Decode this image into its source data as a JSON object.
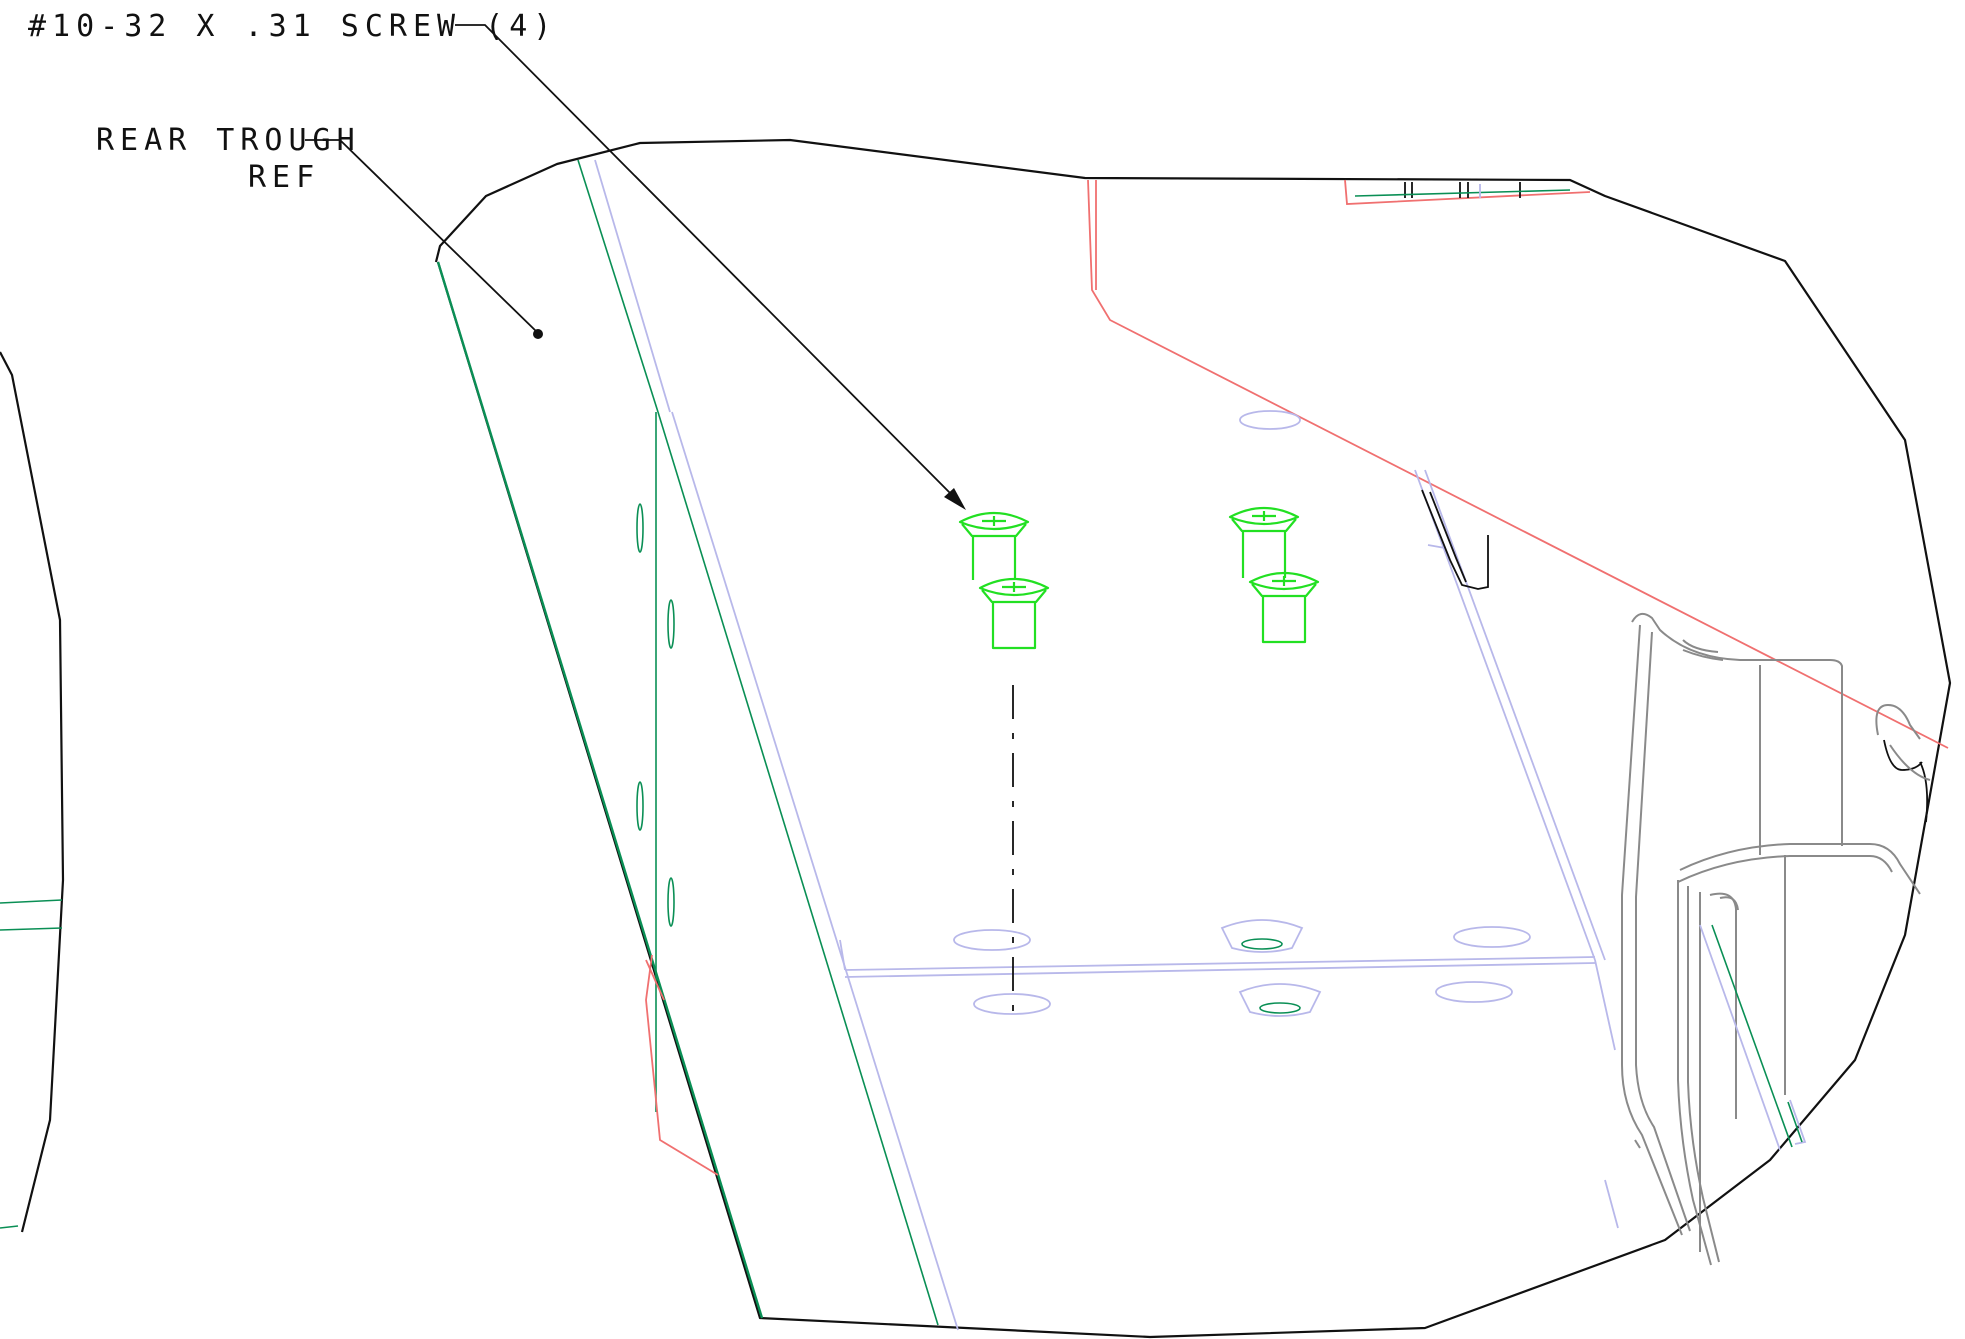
{
  "callouts": {
    "screw": {
      "label": "#10-32 X .31 SCREW (4)"
    },
    "rear_trough": {
      "line1": "REAR TROUGH",
      "line2": "REF"
    }
  },
  "colors": {
    "outline": "#111111",
    "edge_green": "#0a8f55",
    "hidden_lavender": "#b8b8ea",
    "section_red": "#f07070",
    "part_gray": "#8a8a8a",
    "highlight_screw": "#22e022"
  }
}
